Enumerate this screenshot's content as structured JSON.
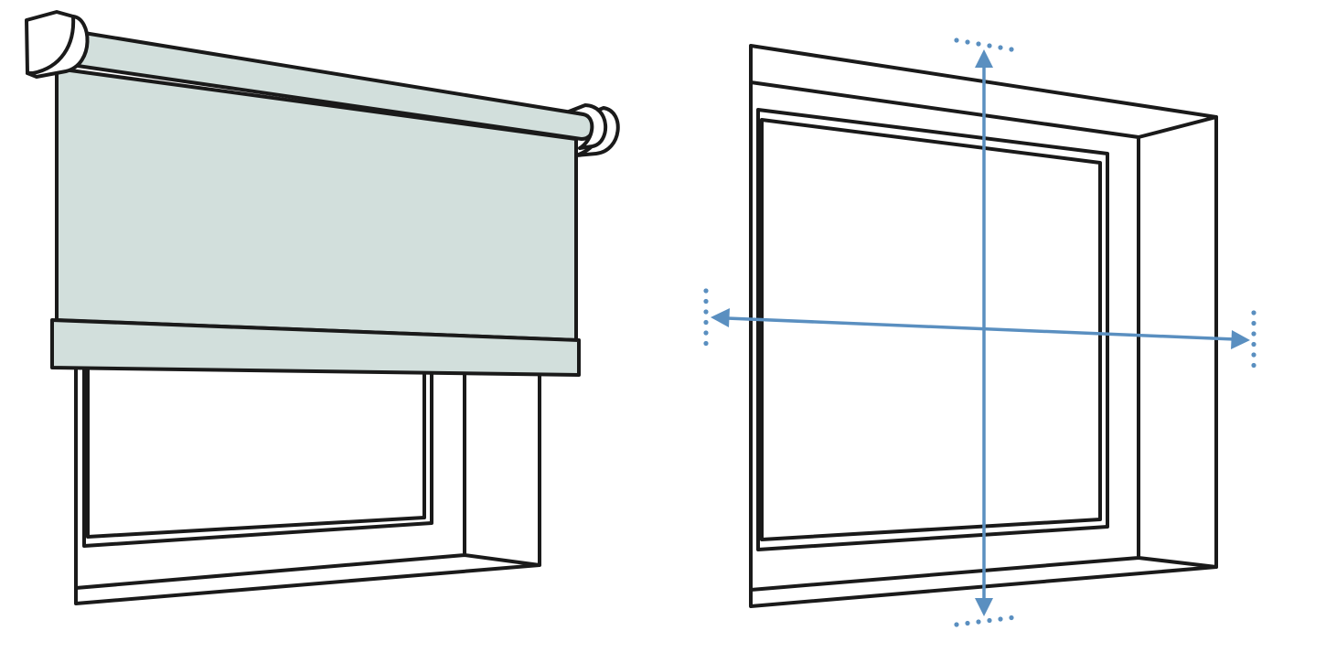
{
  "illustrations": [
    {
      "name": "roller-blind-on-window",
      "shade_color": "#d2dfdc",
      "outline_color": "#1a1a1a"
    },
    {
      "name": "window-recess-measurement",
      "arrow_color": "#5a8fc0",
      "arrows": [
        "width",
        "height"
      ]
    }
  ]
}
